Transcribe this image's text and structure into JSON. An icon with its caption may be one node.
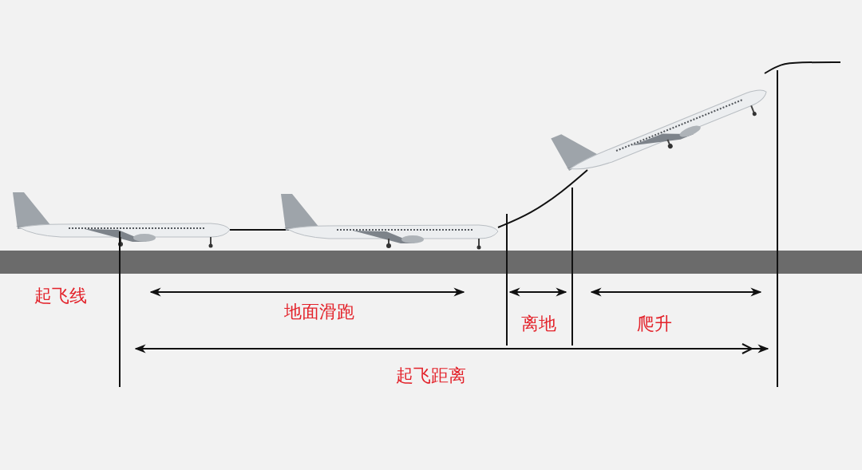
{
  "diagram": {
    "nodes": [
      {
        "text": [],
        "shape": "picture"
      },
      {
        "text": [],
        "shape": "picture"
      },
      {
        "text": [],
        "shape": "picture"
      },
      {
        "text": [],
        "shape": "bar"
      }
    ],
    "edges": [
      {
        "from": 0,
        "to": 1,
        "arrow": "none"
      },
      {
        "from": 1,
        "to": 2,
        "arrow": "none"
      },
      {
        "from": 2,
        "to": null,
        "arrow": "none"
      }
    ],
    "labels": [
      "起飞线",
      "地面滑跑",
      "离地",
      "爬升",
      "起飞距离"
    ]
  }
}
